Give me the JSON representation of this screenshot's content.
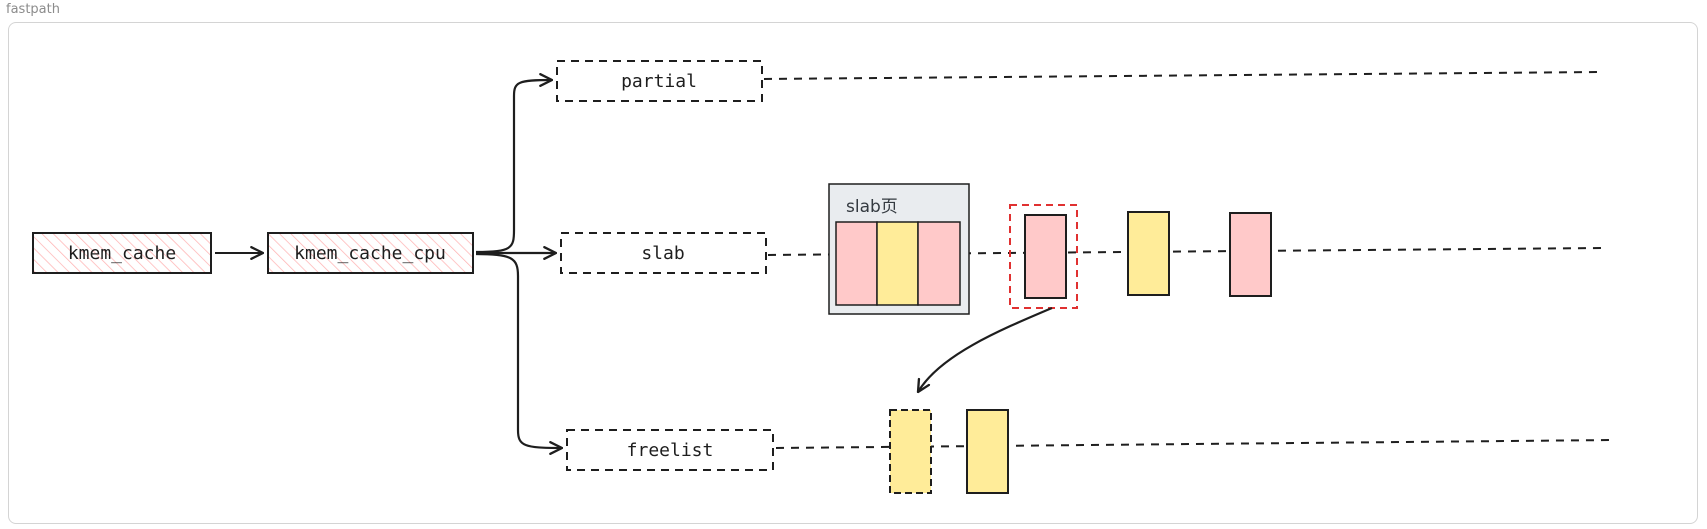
{
  "frame": {
    "title": "fastpath"
  },
  "nodes": {
    "kmem_cache": "kmem_cache",
    "kmem_cache_cpu": "kmem_cache_cpu",
    "partial": "partial",
    "slab": "slab",
    "freelist": "freelist",
    "slab_page": "slab页"
  },
  "colors": {
    "pink": "#ffc9c9",
    "yellow": "#ffec99",
    "hatch": "#ffb3b3",
    "slab_page_bg": "#e9ecef",
    "highlight": "#e03131",
    "stroke": "#1e1e1e"
  }
}
